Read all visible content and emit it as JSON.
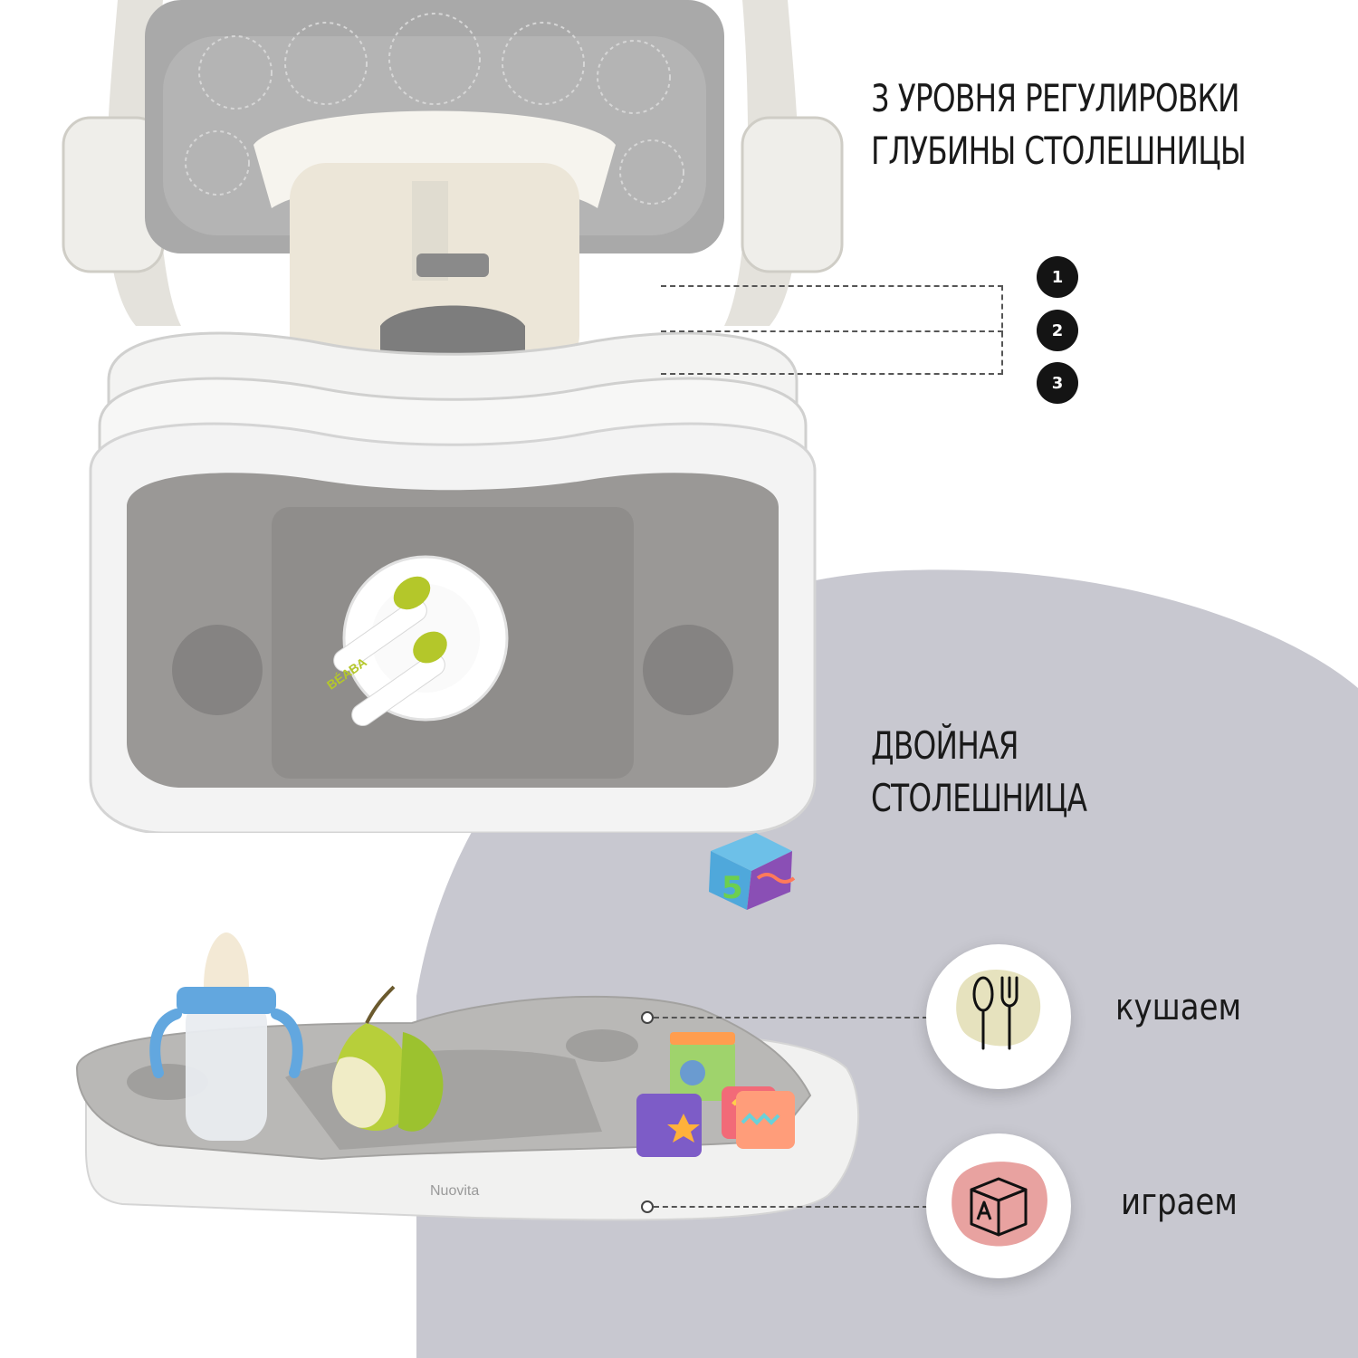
{
  "heading_top": {
    "line1": "3 УРОВНЯ РЕГУЛИРОВКИ",
    "line2": "ГЛУБИНЫ СТОЛЕШНИЦЫ"
  },
  "levels": [
    {
      "label": "1"
    },
    {
      "label": "2"
    },
    {
      "label": "3"
    }
  ],
  "heading_mid": {
    "line1": "ДВОЙНАЯ",
    "line2": "СТОЛЕШНИЦА"
  },
  "modes": [
    {
      "label": "кушаем",
      "icon": "fork-spoon-icon",
      "blob_color": "#e6e2be"
    },
    {
      "label": "играем",
      "icon": "toy-block-icon",
      "blob_color": "#e8a2a0"
    }
  ],
  "tray_brand": "Nuovita",
  "spoon_brand": "BÉABA",
  "colors": {
    "background_shape": "#c8c8d0",
    "tray_gray": "#9a9896",
    "tray_white": "#f1f1f0",
    "seat_cream": "#ece6d8"
  }
}
